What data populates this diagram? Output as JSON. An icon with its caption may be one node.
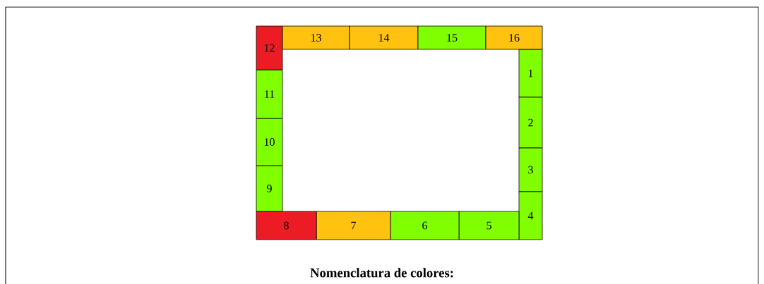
{
  "diagram": {
    "caption": "Nomenclatura de colores:",
    "nodes": [
      {
        "text": [
          "1"
        ]
      },
      {
        "text": [
          "2"
        ]
      },
      {
        "text": [
          "3"
        ]
      },
      {
        "text": [
          "4"
        ]
      },
      {
        "text": [
          "5"
        ]
      },
      {
        "text": [
          "6"
        ]
      },
      {
        "text": [
          "7"
        ]
      },
      {
        "text": [
          "8"
        ]
      },
      {
        "text": [
          "9"
        ]
      },
      {
        "text": [
          "10"
        ]
      },
      {
        "text": [
          "11"
        ]
      },
      {
        "text": [
          "12"
        ]
      },
      {
        "text": [
          "13"
        ]
      },
      {
        "text": [
          "14"
        ]
      },
      {
        "text": [
          "15"
        ]
      },
      {
        "text": [
          "16"
        ]
      }
    ]
  }
}
